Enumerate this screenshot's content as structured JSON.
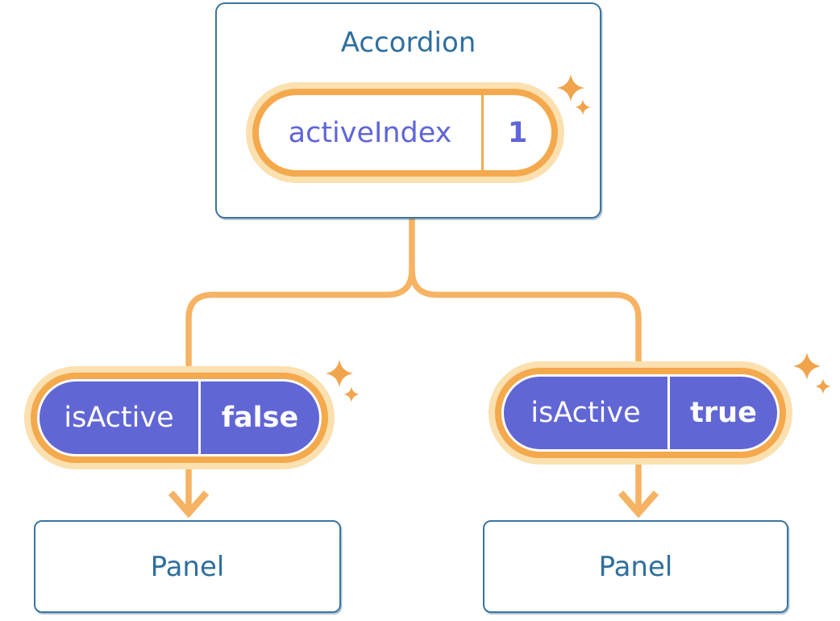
{
  "root_card": {
    "title": "Accordion",
    "state": {
      "name": "activeIndex",
      "value": "1"
    }
  },
  "branches": [
    {
      "state": {
        "name": "isActive",
        "value": "false"
      },
      "panel_label": "Panel"
    },
    {
      "state": {
        "name": "isActive",
        "value": "true"
      },
      "panel_label": "Panel"
    }
  ],
  "icons": {
    "sparkle": "sparkle-4-point-star",
    "arrow": "chevron-down-arrow"
  },
  "colors": {
    "background": "#FFFFFF",
    "card_border": "#3B74A0",
    "heading_text": "#2F6F9E",
    "state_pill_fill": "#6166D5",
    "state_text_purple": "#6065D8",
    "state_text_on_purple": "#FFFFFF",
    "pill_ring_orange": "#F4A94D",
    "pill_halo_orange": "#FBE0B0",
    "connector_orange": "#F6B363",
    "sparkle_orange": "#F1A44C"
  }
}
